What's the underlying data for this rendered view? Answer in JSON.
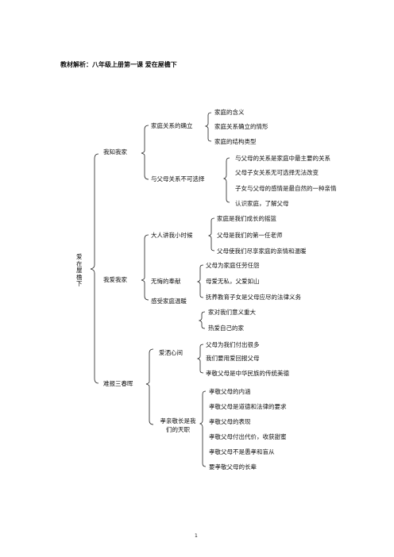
{
  "title": "教材解析：八年级上册第一课    爱在屋檐下",
  "root": "爱在屋檐下",
  "branches": {
    "b1": {
      "label": "我知我家",
      "sub1": {
        "label": "家庭关系的确立",
        "items": [
          "家庭的含义",
          "家庭关系确立的情形",
          "家庭的结构类型"
        ]
      },
      "sub2": {
        "label": "与父母关系不可选择",
        "items": [
          "与父母的关系是家庭中最主要的关系",
          "父母子女关系无可选择无法改变",
          "子女与父母的感情是最自然的一种亲情",
          "认识家庭，了解父母"
        ]
      }
    },
    "b2": {
      "label": "我爱我家",
      "sub1": {
        "label": "大人讲我小时候",
        "items": [
          "家庭是我们成长的摇篮",
          "父母是我们的第一任老师",
          "父母使我们尽享家庭的亲情和温暖"
        ]
      },
      "sub2": {
        "label": "无悔的奉献",
        "items": [
          "父母为家庭任劳任怨",
          "母爱无私，父爱如山",
          "抚养教育子女是父母应尽的法律义务"
        ]
      },
      "sub3": {
        "label": "感受家庭温暖",
        "items": [
          "家对我们意义重大",
          "热爱自己的家"
        ]
      }
    },
    "b3": {
      "label": "难报三春晖",
      "sub1": {
        "label": "爱洒心间",
        "items": [
          "父母为我们付出很多",
          "我们要用爱回报父母",
          "孝敬父母是中华民族的传统美德"
        ]
      },
      "sub2": {
        "label": "孝亲敬长是我们的天职",
        "items": [
          "孝敬父母的内涵",
          "孝敬父母是道德和法律的要求",
          "孝敬父母的表现",
          "孝敬父母付出代价，收获甜蜜",
          "孝敬父母不是愚孝和盲从",
          "要孝敬父母的长辈"
        ]
      }
    }
  },
  "page_number": "1"
}
